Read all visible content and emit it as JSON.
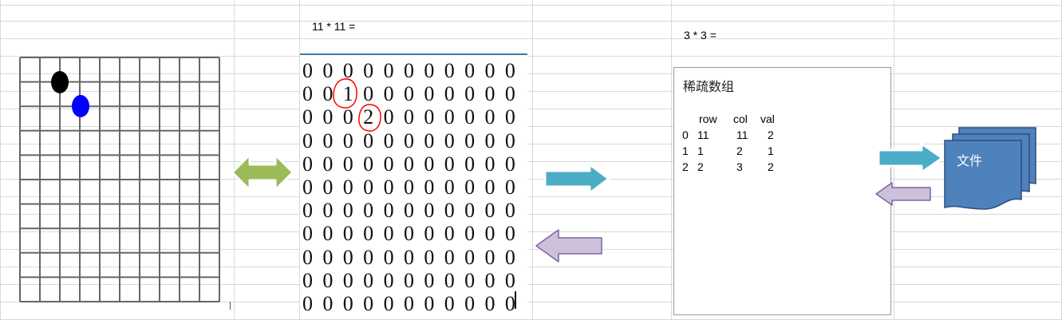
{
  "sheet": {
    "grid_line_color": "#d9d9d9"
  },
  "board": {
    "line_color": "#666666",
    "pieces": [
      {
        "name": "black-piece",
        "color": "#000000"
      },
      {
        "name": "blue-piece",
        "color": "#0000ff"
      }
    ]
  },
  "labels": {
    "matrix_size": "11 * 11 =",
    "sparse_size": "3 * 3 ="
  },
  "matrix": {
    "rows": [
      [
        "0",
        "0",
        "0",
        "0",
        "0",
        "0",
        "0",
        "0",
        "0",
        "0",
        "0"
      ],
      [
        "0",
        "0",
        "1",
        "0",
        "0",
        "0",
        "0",
        "0",
        "0",
        "0",
        "0"
      ],
      [
        "0",
        "0",
        "0",
        "2",
        "0",
        "0",
        "0",
        "0",
        "0",
        "0",
        "0"
      ],
      [
        "0",
        "0",
        "0",
        "0",
        "0",
        "0",
        "0",
        "0",
        "0",
        "0",
        "0"
      ],
      [
        "0",
        "0",
        "0",
        "0",
        "0",
        "0",
        "0",
        "0",
        "0",
        "0",
        "0"
      ],
      [
        "0",
        "0",
        "0",
        "0",
        "0",
        "0",
        "0",
        "0",
        "0",
        "0",
        "0"
      ],
      [
        "0",
        "0",
        "0",
        "0",
        "0",
        "0",
        "0",
        "0",
        "0",
        "0",
        "0"
      ],
      [
        "0",
        "0",
        "0",
        "0",
        "0",
        "0",
        "0",
        "0",
        "0",
        "0",
        "0"
      ],
      [
        "0",
        "0",
        "0",
        "0",
        "0",
        "0",
        "0",
        "0",
        "0",
        "0",
        "0"
      ],
      [
        "0",
        "0",
        "0",
        "0",
        "0",
        "0",
        "0",
        "0",
        "0",
        "0",
        "0"
      ],
      [
        "0",
        "0",
        "0",
        "0",
        "0",
        "0",
        "0",
        "0",
        "0",
        "0",
        "0"
      ]
    ],
    "highlight_color": "#ff0000"
  },
  "sparse": {
    "title": "稀疏数组",
    "headers": [
      "row",
      "col",
      "val"
    ],
    "rows": [
      {
        "index": "0",
        "row": "11",
        "col": "11",
        "val": "2"
      },
      {
        "index": "1",
        "row": "1",
        "col": "2",
        "val": "1"
      },
      {
        "index": "2",
        "row": "2",
        "col": "3",
        "val": "2"
      }
    ]
  },
  "file": {
    "label": "文件",
    "color": "#4f81bd"
  },
  "arrows": {
    "double_arrow_color": "#9bbb59",
    "forward_color": "#4bacc6",
    "backward_color": "#ccc1da"
  }
}
